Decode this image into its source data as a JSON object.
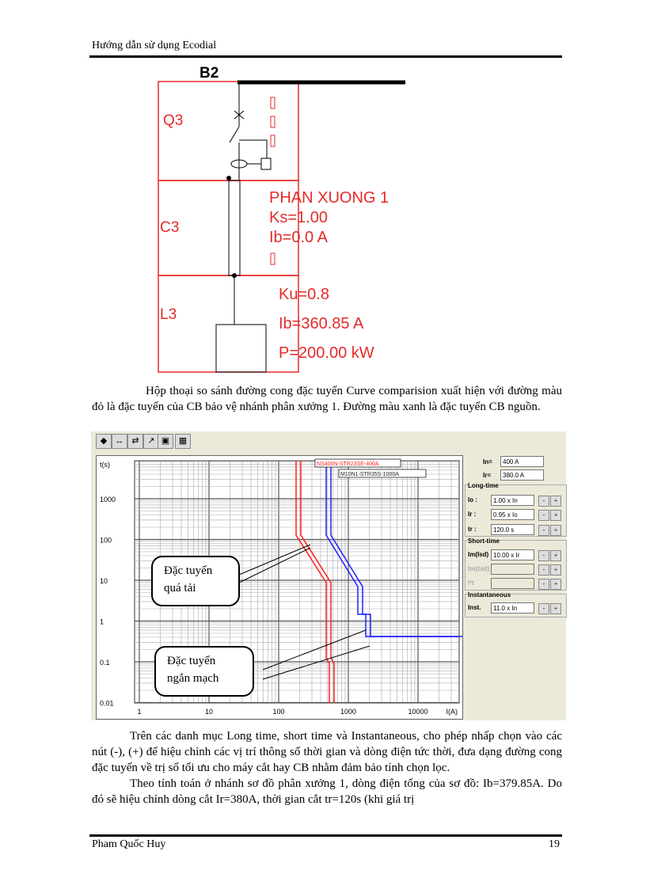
{
  "header": {
    "title": "Hướng dẫn sử dụng Ecodial"
  },
  "diagram": {
    "busbar": "B2",
    "q_label": "Q3",
    "c_label": "C3",
    "l_label": "L3",
    "c_texts": [
      "PHAN XUONG 1",
      "Ks=1.00",
      "Ib=0.0 A"
    ],
    "l_texts": [
      "Ku=0.8",
      "Ib=360.85 A",
      "P=200.00 kW"
    ]
  },
  "paragraph1": "Hộp thoại so sánh đường cong đặc tuyến Curve comparision xuất hiện với đường màu đỏ là đặc tuyến của CB bảo vệ nhánh phân xưởng 1. Đường màu xanh là đặc tuyến CB nguồn.",
  "screenshot": {
    "toolbar": [
      "arrow-blue-icon",
      "arrow-red-icon",
      "arrows-icon",
      "arrow-small-icon",
      "print-icon",
      "settings-icon"
    ],
    "chart": {
      "ylabel": "t(s)",
      "xlabel": "I(A)",
      "yticks": [
        "1000",
        "100",
        "10",
        "1",
        "0.1",
        "0.01"
      ],
      "xticks": [
        "1",
        "10",
        "100",
        "1000",
        "10000"
      ],
      "legend": [
        {
          "label": "NS400N-STR23SE-400A",
          "color": "#ff2020"
        },
        {
          "label": "M10N1-STR35S-1000A",
          "color": "#2020ff"
        }
      ],
      "callouts": [
        [
          "Đặc tuyến",
          "quá tải"
        ],
        [
          "Đặc tuyến",
          "ngắn mạch"
        ]
      ]
    },
    "panel": {
      "in_label": "In=",
      "in_value": "400 A",
      "ir_label": "Ir=",
      "ir_value": "380.0 A",
      "long_time": {
        "title": "Long-time",
        "rows": [
          {
            "label": "Io :",
            "value": "1.00 x In"
          },
          {
            "label": "Ir :",
            "value": "0.95 x Io"
          },
          {
            "label": "tr :",
            "value": "120.0 s"
          }
        ]
      },
      "short_time": {
        "title": "Short-time",
        "rows": [
          {
            "label": "Im(Isd)",
            "value": "10.00 x Ir"
          },
          {
            "label": "tm(tsd)",
            "value": ""
          },
          {
            "label": "I²t",
            "value": ""
          }
        ]
      },
      "instantaneous": {
        "title": "Instantaneous",
        "rows": [
          {
            "label": "Inst.",
            "value": "11.0 x In"
          }
        ]
      },
      "minus": "-",
      "plus": "+"
    }
  },
  "paragraph2": [
    "Trên các danh mục Long time, short time và Instantaneous, cho phép nhấp chọn vào các nút (-), (+) để hiệu chỉnh các vị trí thông số thời gian và dòng điện tức thời, đưa dạng đường cong đặc tuyến về trị số tối ưu cho máy cắt hay CB nhằm đảm bảo tính chọn lọc.",
    "Theo tính toán ở nhánh sơ đồ phân xưởng 1, dòng điện tổng của sơ đồ: Ib=379.85A. Do đó sẽ hiệu chỉnh dòng cắt Ir=380A, thời gian cắt tr=120s (khi giá trị"
  ],
  "footer": {
    "author": "Pham Quốc Huy",
    "page": "19"
  }
}
